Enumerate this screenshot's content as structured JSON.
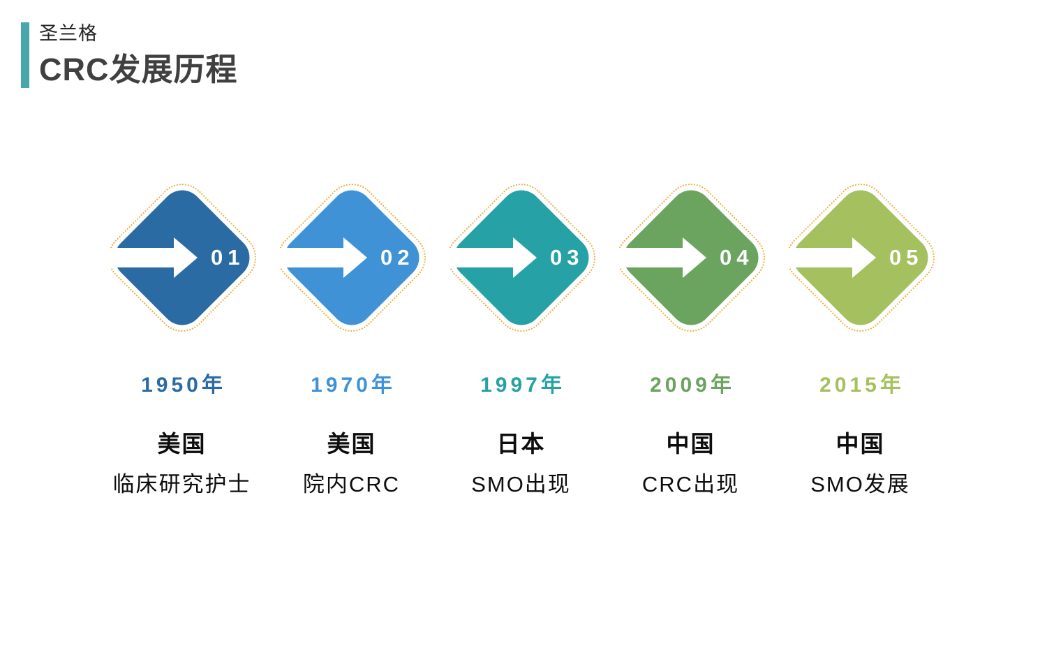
{
  "header": {
    "brand": "圣兰格",
    "title": "CRC发展历程",
    "accent_color": "#46a8ab"
  },
  "timeline": {
    "dotted_border_color": "#f2ae3e",
    "arrow_color": "#ffffff",
    "items": [
      {
        "number": "01",
        "year": "1950年",
        "country": "美国",
        "description": "临床研究护士",
        "color": "#2b6ba3"
      },
      {
        "number": "02",
        "year": "1970年",
        "country": "美国",
        "description": "院内CRC",
        "color": "#4092d7"
      },
      {
        "number": "03",
        "year": "1997年",
        "country": "日本",
        "description": "SMO出现",
        "color": "#26a1a6"
      },
      {
        "number": "04",
        "year": "2009年",
        "country": "中国",
        "description": "CRC出现",
        "color": "#6aa45f"
      },
      {
        "number": "05",
        "year": "2015年",
        "country": "中国",
        "description": "SMO发展",
        "color": "#a5c05e"
      }
    ]
  }
}
